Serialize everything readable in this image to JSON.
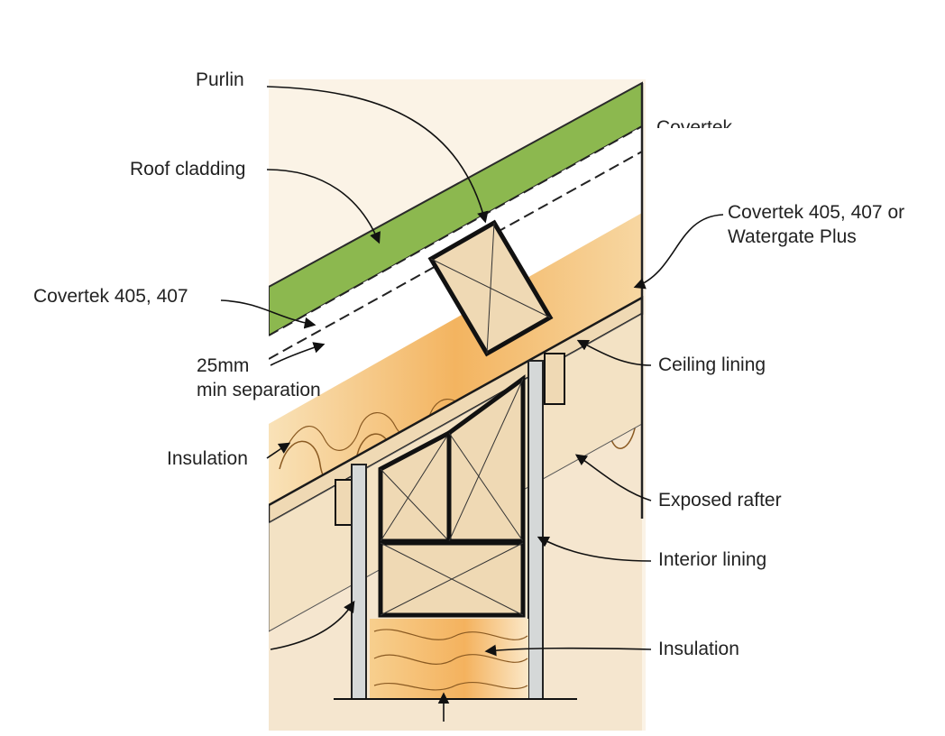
{
  "labels": {
    "purlin": "Purlin",
    "roof_cladding": "Roof cladding",
    "covertek_405_407": "Covertek 405, 407",
    "separation": "25mm\nmin separation",
    "insulation_left": "Insulation",
    "covertek_or_watergate": "Covertek 405, 407 or\nWatergate Plus",
    "ceiling_lining": "Ceiling lining",
    "exposed_rafter": "Exposed rafter",
    "interior_lining": "Interior lining",
    "insulation_right": "Insulation",
    "cut_text": "Covertek"
  },
  "colors": {
    "roof_cladding": "#8cb84f",
    "insulation": "#f2b15a",
    "timber": "#efd9b4",
    "interior_lining": "#d5d8d8",
    "background_panel": "#f6ead7"
  }
}
